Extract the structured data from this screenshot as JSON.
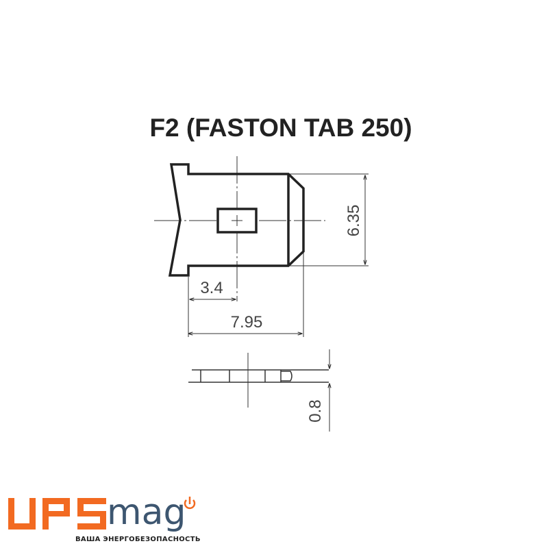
{
  "title": "F2 (FASTON TAB 250)",
  "dimensions": {
    "height": "6.35",
    "hole_offset": "3.4",
    "length": "7.95",
    "thickness": "0.8"
  },
  "logo": {
    "brand_letters": "UPS",
    "brand_suffix": "mag",
    "tagline": "ВАША ЭНЕРГОБЕЗОПАСНОСТЬ",
    "icon": "power-icon",
    "brand_color": "#f26a21",
    "suffix_color": "#3d5670"
  }
}
